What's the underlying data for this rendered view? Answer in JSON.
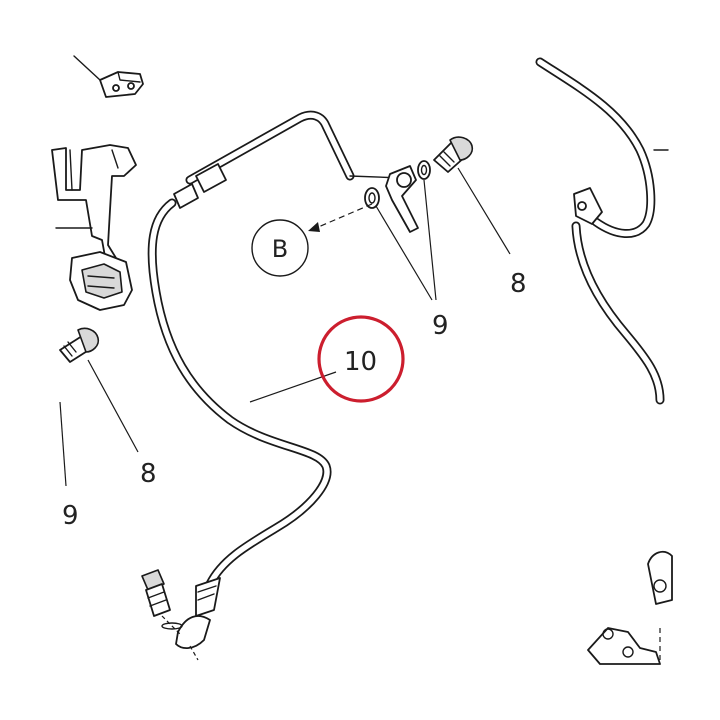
{
  "callouts": {
    "bolt_right": "8",
    "bolt_left": "8",
    "washers_right": "9",
    "washers_left": "9",
    "hose": "10"
  },
  "reference": {
    "view_letter": "B"
  },
  "highlight": {
    "part_number": "10",
    "color": "#cc1e2e"
  },
  "colors": {
    "line": "#1a1a1a",
    "background": "#ffffff"
  }
}
